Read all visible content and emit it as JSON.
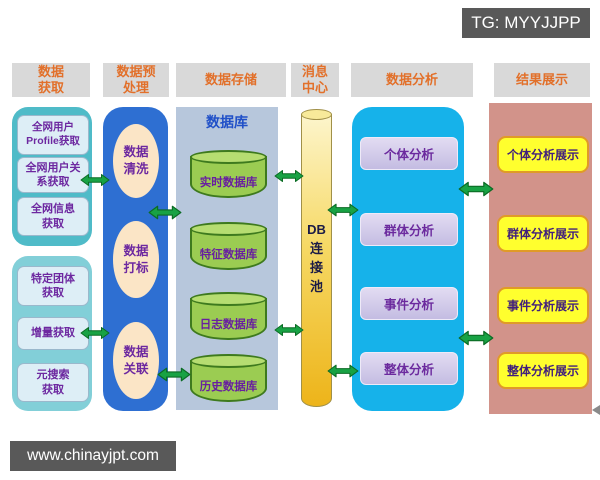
{
  "badge": "TG: MYYJJPP",
  "footer": "www.chinayjpt.com",
  "headers": {
    "acquisition": "数据\n获取",
    "preprocessing": "数据预\n处理",
    "storage": "数据存储",
    "message_center": "消息\n中心",
    "analysis": "数据分析",
    "display": "结果展示"
  },
  "acquisition": {
    "top_items": [
      "全网用户\nProfile获取",
      "全网用户关\n系获取",
      "全网信息\n获取"
    ],
    "bottom_items": [
      "特定团体\n获取",
      "增量获取",
      "元搜索\n获取"
    ]
  },
  "preprocessing": {
    "items": [
      "数据\n清洗",
      "数据\n打标",
      "数据\n关联"
    ]
  },
  "storage": {
    "panel_title": "数据库",
    "databases": [
      "实时数据库",
      "特征数据库",
      "日志数据库",
      "历史数据库"
    ]
  },
  "message_center": {
    "label": "DB\n连\n接\n池"
  },
  "analysis": {
    "items": [
      "个体分析",
      "群体分析",
      "事件分析",
      "整体分析"
    ]
  },
  "display": {
    "items": [
      "个体分析展示",
      "群体分析展示",
      "事件分析展示",
      "整体分析展示"
    ]
  },
  "colors": {
    "header_bg": "#d9d9d9",
    "header_text": "#e2702a",
    "acquisition_top": "#4fbbc8",
    "acquisition_bottom": "#82cfd8",
    "preprocessing_blue": "#2e6fd2",
    "storage_panel": "#b7c7dc",
    "cylinder_green": "#9bcc52",
    "db_pool_gold": "#edb41a",
    "analysis_cyan": "#16b2ea",
    "display_salmon": "#d2938a",
    "display_yellow": "#ffff2e",
    "arrow_green": "#18a244",
    "purple_text": "#6d28a0",
    "watermark_gray": "#595959"
  }
}
